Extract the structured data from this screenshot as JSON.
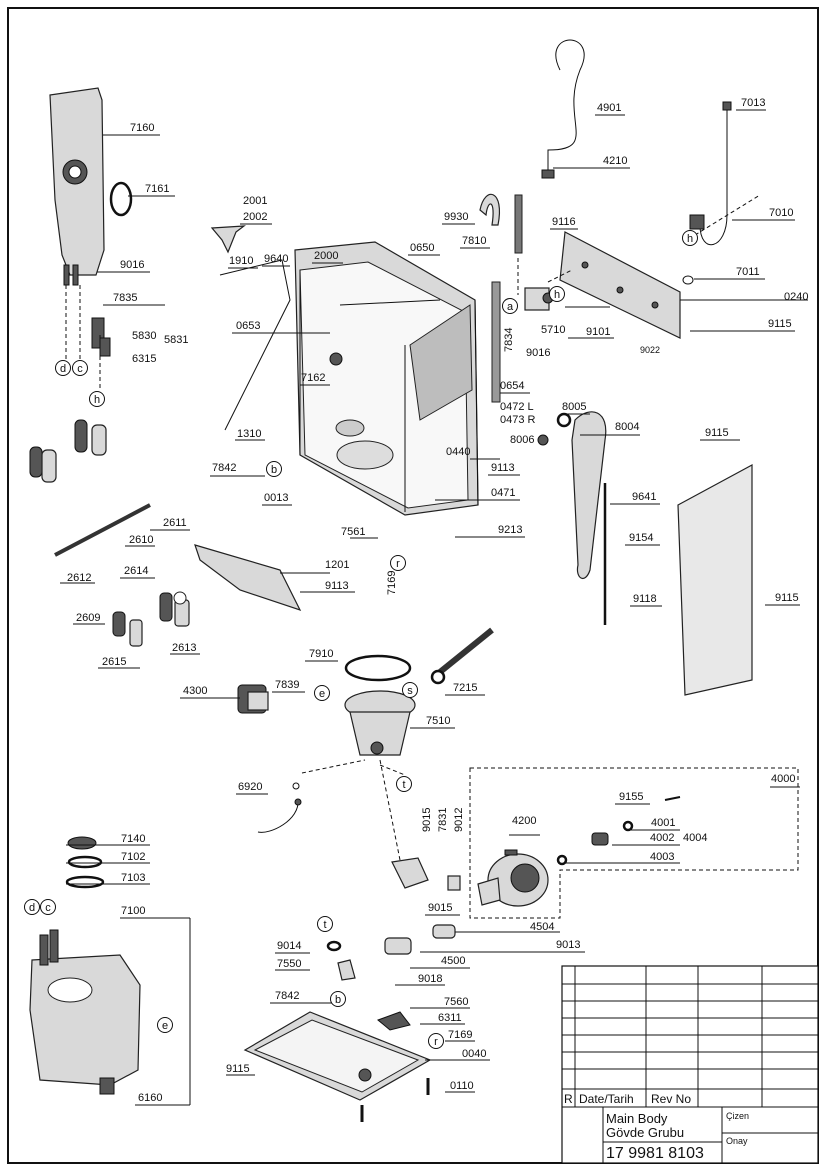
{
  "labels": {
    "7160": "7160",
    "7161": "7161",
    "9016a": "9016",
    "7835": "7835",
    "5830": "5830",
    "5831": "5831",
    "6315": "6315",
    "2001": "2001",
    "2002": "2002",
    "1910": "1910",
    "9640": "9640",
    "2000": "2000",
    "0650": "0650",
    "0653": "0653",
    "7162": "7162",
    "1310": "1310",
    "7842a": "7842",
    "0013": "0013",
    "0654": "0654",
    "0472": "0472 L",
    "0473": "0473 R",
    "0440": "0440",
    "9113a": "9113",
    "0471": "0471",
    "7561": "7561",
    "9213": "9213",
    "7169a": "7169",
    "4901": "4901",
    "4210": "4210",
    "7013": "7013",
    "7010": "7010",
    "9930": "9930",
    "7810": "7810",
    "9116": "9116",
    "7011": "7011",
    "0240": "0240",
    "9115a": "9115",
    "7834": "7834",
    "5710": "5710",
    "9101": "9101",
    "9016b": "9016",
    "9022": "9022",
    "8005": "8005",
    "8004": "8004",
    "8006": "8006",
    "9115b": "9115",
    "9641": "9641",
    "9154": "9154",
    "9118": "9118",
    "9115c": "9115",
    "2611": "2611",
    "2610": "2610",
    "2612": "2612",
    "2614": "2614",
    "1201": "1201",
    "9113b": "9113",
    "2609": "2609",
    "2613": "2613",
    "2615": "2615",
    "7910": "7910",
    "7215": "7215",
    "4300": "4300",
    "7839": "7839",
    "7510": "7510",
    "6920": "6920",
    "4000": "4000",
    "9155": "9155",
    "4001": "4001",
    "4002": "4002",
    "4004": "4004",
    "4003": "4003",
    "4200": "4200",
    "9015a": "9015",
    "7831": "7831",
    "9012": "9012",
    "9015b": "9015",
    "4504": "4504",
    "9013": "9013",
    "4500": "4500",
    "9018": "9018",
    "9014": "9014",
    "7550": "7550",
    "7140": "7140",
    "7102": "7102",
    "7103": "7103",
    "7100": "7100",
    "6160": "6160",
    "7842b": "7842",
    "7560": "7560",
    "6311": "6311",
    "7169b": "7169",
    "0040": "0040",
    "9115d": "9115",
    "0110": "0110"
  },
  "callouts": {
    "d1": "d",
    "c1": "c",
    "h1": "h",
    "a": "a",
    "h2": "h",
    "h3": "h",
    "b1": "b",
    "r1": "r",
    "e1": "e",
    "s": "s",
    "t1": "t",
    "t2": "t",
    "b2": "b",
    "r2": "r",
    "d2": "d",
    "c2": "c",
    "e2": "e"
  },
  "title_block": {
    "r": "R",
    "date_header": "Date/Tarih",
    "rev_header": "Rev No",
    "name_en": "Main Body",
    "name_tr": "Gövde Grubu",
    "drawn_label": "Çizen",
    "approved_label": "Onay",
    "part_number": "17 9981 8103"
  }
}
